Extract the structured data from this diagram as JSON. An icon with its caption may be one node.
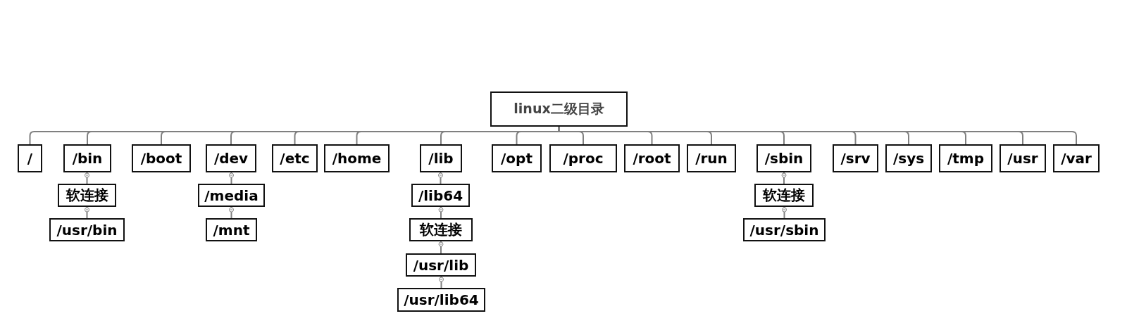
{
  "diagram": {
    "nodes": [
      {
        "text": [
          "linux二级目录"
        ]
      },
      {
        "text": [
          "/"
        ]
      },
      {
        "text": [
          "/bin"
        ]
      },
      {
        "text": [
          "/boot"
        ]
      },
      {
        "text": [
          "/dev"
        ]
      },
      {
        "text": [
          "/etc"
        ]
      },
      {
        "text": [
          "/home"
        ]
      },
      {
        "text": [
          "/lib"
        ]
      },
      {
        "text": [
          "/opt"
        ]
      },
      {
        "text": [
          "/proc"
        ]
      },
      {
        "text": [
          "/root"
        ]
      },
      {
        "text": [
          "/run"
        ]
      },
      {
        "text": [
          "/sbin"
        ]
      },
      {
        "text": [
          "/srv"
        ]
      },
      {
        "text": [
          "/sys"
        ]
      },
      {
        "text": [
          "/tmp"
        ]
      },
      {
        "text": [
          "/usr"
        ]
      },
      {
        "text": [
          "/var"
        ]
      },
      {
        "text": [
          "软连接"
        ]
      },
      {
        "text": [
          "/usr/bin"
        ]
      },
      {
        "text": [
          "/media"
        ]
      },
      {
        "text": [
          "/mnt"
        ]
      },
      {
        "text": [
          "/lib64"
        ]
      },
      {
        "text": [
          "软连接"
        ]
      },
      {
        "text": [
          "/usr/lib"
        ]
      },
      {
        "text": [
          "/usr/lib64"
        ]
      },
      {
        "text": [
          "软连接"
        ]
      },
      {
        "text": [
          "/usr/sbin"
        ]
      }
    ],
    "edges": [
      {
        "from": 0,
        "to": 1,
        "arrow": "none"
      },
      {
        "from": 0,
        "to": 2,
        "arrow": "none"
      },
      {
        "from": 0,
        "to": 3,
        "arrow": "none"
      },
      {
        "from": 0,
        "to": 4,
        "arrow": "none"
      },
      {
        "from": 0,
        "to": 5,
        "arrow": "none"
      },
      {
        "from": 0,
        "to": 6,
        "arrow": "none"
      },
      {
        "from": 0,
        "to": 7,
        "arrow": "none"
      },
      {
        "from": 0,
        "to": 8,
        "arrow": "none"
      },
      {
        "from": 0,
        "to": 9,
        "arrow": "none"
      },
      {
        "from": 0,
        "to": 10,
        "arrow": "none"
      },
      {
        "from": 0,
        "to": 11,
        "arrow": "none"
      },
      {
        "from": 0,
        "to": 12,
        "arrow": "none"
      },
      {
        "from": 0,
        "to": 13,
        "arrow": "none"
      },
      {
        "from": 0,
        "to": 14,
        "arrow": "none"
      },
      {
        "from": 0,
        "to": 15,
        "arrow": "none"
      },
      {
        "from": 0,
        "to": 16,
        "arrow": "none"
      },
      {
        "from": 0,
        "to": 17,
        "arrow": "none"
      },
      {
        "from": 2,
        "to": 18,
        "arrow": "none"
      },
      {
        "from": 18,
        "to": 19,
        "arrow": "none"
      },
      {
        "from": 4,
        "to": 20,
        "arrow": "none"
      },
      {
        "from": 20,
        "to": 21,
        "arrow": "none"
      },
      {
        "from": 7,
        "to": 22,
        "arrow": "none"
      },
      {
        "from": 22,
        "to": 23,
        "arrow": "none"
      },
      {
        "from": 23,
        "to": 24,
        "arrow": "none"
      },
      {
        "from": 24,
        "to": 25,
        "arrow": "none"
      },
      {
        "from": 12,
        "to": 26,
        "arrow": "none"
      },
      {
        "from": 26,
        "to": 27,
        "arrow": "none"
      }
    ]
  }
}
